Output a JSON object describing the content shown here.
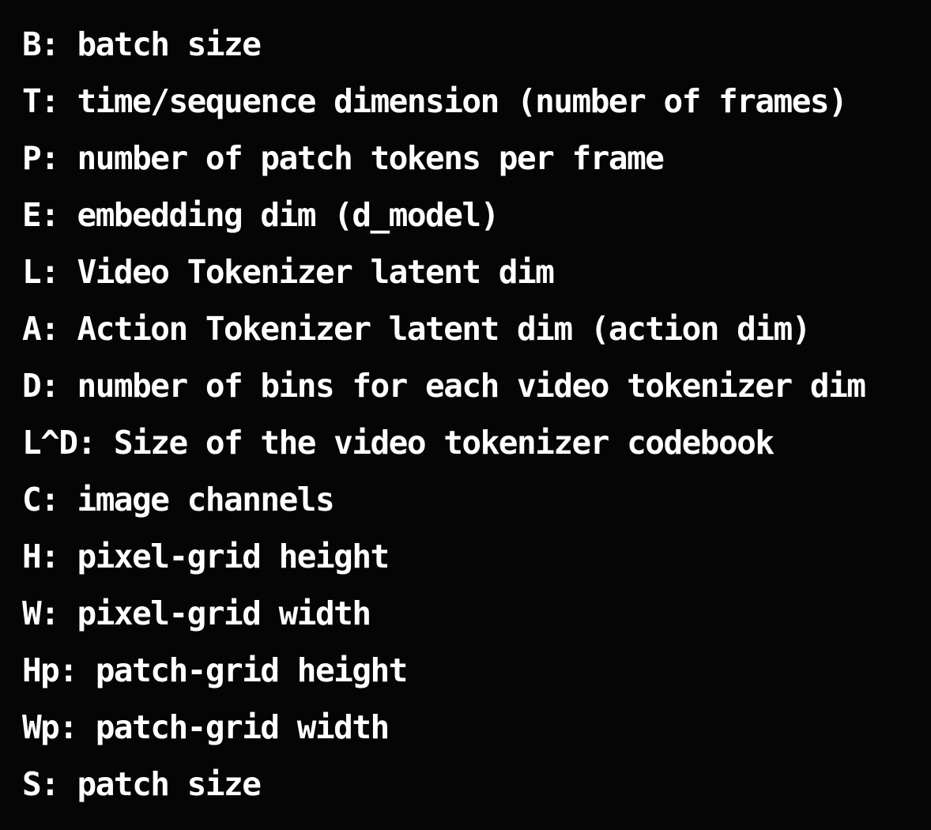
{
  "legend": {
    "items": [
      "B: batch size",
      "T: time/sequence dimension (number of frames)",
      "P: number of patch tokens per frame",
      "E: embedding dim (d_model)",
      "L: Video Tokenizer latent dim",
      "A: Action Tokenizer latent dim (action dim)",
      "D: number of bins for each video tokenizer dim",
      "L^D: Size of the video tokenizer codebook",
      "C: image channels",
      "H: pixel-grid height",
      "W: pixel-grid width",
      "Hp: patch-grid height",
      "Wp: patch-grid width",
      "S: patch size"
    ]
  },
  "colors": {
    "background": "#050505",
    "text": "#ffffff"
  }
}
